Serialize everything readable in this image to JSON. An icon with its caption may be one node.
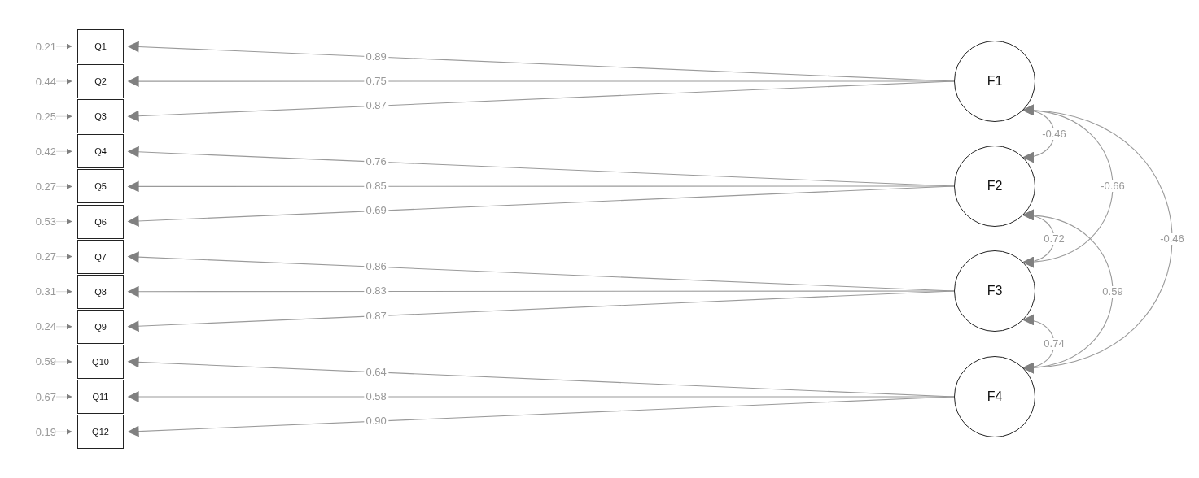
{
  "diagram": {
    "nodes": [
      {
        "text": [
          "Q1"
        ]
      },
      {
        "text": [
          "Q2"
        ]
      },
      {
        "text": [
          "Q3"
        ]
      },
      {
        "text": [
          "Q4"
        ]
      },
      {
        "text": [
          "Q5"
        ]
      },
      {
        "text": [
          "Q6"
        ]
      },
      {
        "text": [
          "Q7"
        ]
      },
      {
        "text": [
          "Q8"
        ]
      },
      {
        "text": [
          "Q9"
        ]
      },
      {
        "text": [
          "Q10"
        ]
      },
      {
        "text": [
          "Q11"
        ]
      },
      {
        "text": [
          "Q12"
        ]
      },
      {
        "text": [
          "F1"
        ]
      },
      {
        "text": [
          "F2"
        ]
      },
      {
        "text": [
          "F3"
        ]
      },
      {
        "text": [
          "F4"
        ]
      },
      {
        "text": [
          "0.21"
        ]
      },
      {
        "text": [
          "0.44"
        ]
      },
      {
        "text": [
          "0.25"
        ]
      },
      {
        "text": [
          "0.42"
        ]
      },
      {
        "text": [
          "0.27"
        ]
      },
      {
        "text": [
          "0.53"
        ]
      },
      {
        "text": [
          "0.27"
        ]
      },
      {
        "text": [
          "0.31"
        ]
      },
      {
        "text": [
          "0.24"
        ]
      },
      {
        "text": [
          "0.59"
        ]
      },
      {
        "text": [
          "0.67"
        ]
      },
      {
        "text": [
          "0.19"
        ]
      }
    ],
    "edges": [
      {
        "from": 12,
        "to": 0,
        "arrow": "to",
        "label": "0.89"
      },
      {
        "from": 12,
        "to": 1,
        "arrow": "to",
        "label": "0.75"
      },
      {
        "from": 12,
        "to": 2,
        "arrow": "to",
        "label": "0.87"
      },
      {
        "from": 13,
        "to": 3,
        "arrow": "to",
        "label": "0.76"
      },
      {
        "from": 13,
        "to": 4,
        "arrow": "to",
        "label": "0.85"
      },
      {
        "from": 13,
        "to": 5,
        "arrow": "to",
        "label": "0.69"
      },
      {
        "from": 14,
        "to": 6,
        "arrow": "to",
        "label": "0.86"
      },
      {
        "from": 14,
        "to": 7,
        "arrow": "to",
        "label": "0.83"
      },
      {
        "from": 14,
        "to": 8,
        "arrow": "to",
        "label": "0.87"
      },
      {
        "from": 15,
        "to": 9,
        "arrow": "to",
        "label": "0.64"
      },
      {
        "from": 15,
        "to": 10,
        "arrow": "to",
        "label": "0.58"
      },
      {
        "from": 15,
        "to": 11,
        "arrow": "to",
        "label": "0.90"
      },
      {
        "from": 12,
        "to": 13,
        "arrow": "both",
        "label": "-0.46"
      },
      {
        "from": 12,
        "to": 14,
        "arrow": "both",
        "label": "-0.66"
      },
      {
        "from": 12,
        "to": 15,
        "arrow": "both",
        "label": "-0.46"
      },
      {
        "from": 13,
        "to": 14,
        "arrow": "both",
        "label": "0.72"
      },
      {
        "from": 13,
        "to": 15,
        "arrow": "both",
        "label": "0.59"
      },
      {
        "from": 14,
        "to": 15,
        "arrow": "both",
        "label": "0.74"
      },
      {
        "from": 16,
        "to": 0,
        "arrow": "to"
      },
      {
        "from": 17,
        "to": 1,
        "arrow": "to"
      },
      {
        "from": 18,
        "to": 2,
        "arrow": "to"
      },
      {
        "from": 19,
        "to": 3,
        "arrow": "to"
      },
      {
        "from": 20,
        "to": 4,
        "arrow": "to"
      },
      {
        "from": 21,
        "to": 5,
        "arrow": "to"
      },
      {
        "from": 22,
        "to": 6,
        "arrow": "to"
      },
      {
        "from": 23,
        "to": 7,
        "arrow": "to"
      },
      {
        "from": 24,
        "to": 8,
        "arrow": "to"
      },
      {
        "from": 25,
        "to": 9,
        "arrow": "to"
      },
      {
        "from": 26,
        "to": 10,
        "arrow": "to"
      },
      {
        "from": 27,
        "to": 11,
        "arrow": "to"
      }
    ]
  }
}
